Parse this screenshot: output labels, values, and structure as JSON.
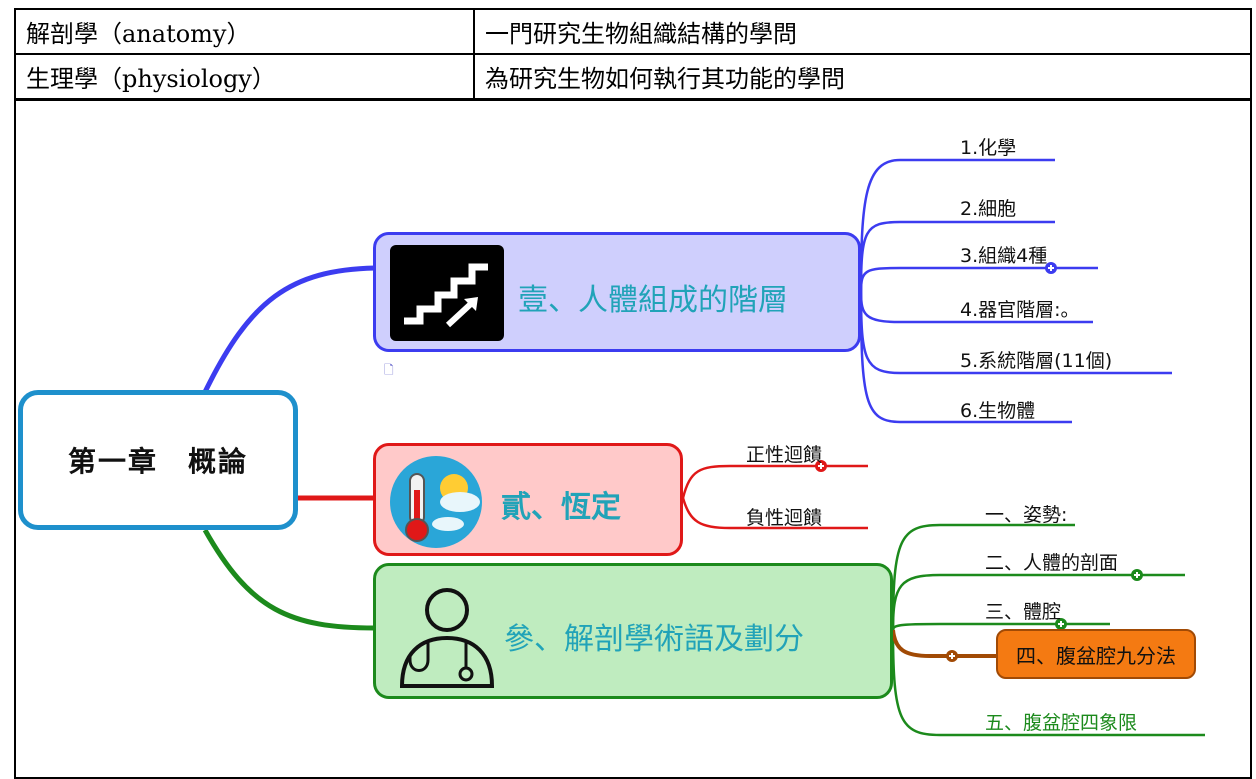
{
  "definitions": [
    {
      "term": "解剖學（anatomy）",
      "definition": "一門研究生物組織結構的學問"
    },
    {
      "term": "生理學（physiology）",
      "definition": "為研究生物如何執行其功能的學問"
    }
  ],
  "mindmap": {
    "root": "第一章　概論",
    "branch1": {
      "title": "壹、人體組成的階層",
      "icon": "stairs-up-icon",
      "children": [
        "1.化學",
        "2.細胞",
        "3.組織4種",
        "4.器官階層:。",
        "5.系統階層(11個)",
        "6.生物體"
      ]
    },
    "branch2": {
      "title": "貳、恆定",
      "icon": "thermometer-weather-icon",
      "children": [
        "正性迴饋",
        "負性迴饋"
      ]
    },
    "branch3": {
      "title": "參、解剖學術語及劃分",
      "icon": "doctor-stethoscope-icon",
      "children": [
        "一、姿勢:",
        "二、人體的剖面",
        "三、體腔",
        "四、腹盆腔九分法",
        "五、腹盆腔四象限"
      ]
    },
    "colors": {
      "root_border": "#1e90cc",
      "branch1": "#3c3cf0",
      "branch2": "#e01818",
      "branch3": "#1c8a1c",
      "highlight": "#f47a12",
      "title_text": "#21a3b8"
    }
  }
}
